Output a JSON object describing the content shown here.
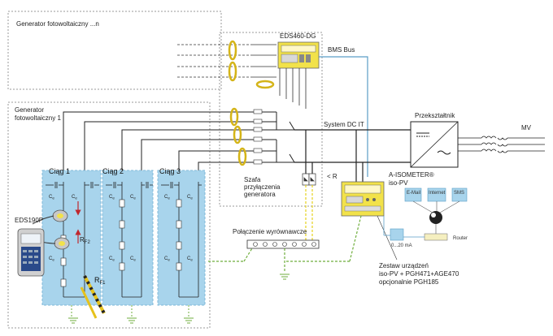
{
  "labels": {
    "pv_generator_n": "Generator fotowoltaiczny ...n",
    "pv_generator_1": "Generator\nfotowoltaiczny 1",
    "eds460": "EDS460-DG",
    "bms_bus": "BMS Bus",
    "string1": "Ciąg 1",
    "string2": "Ciąg 2",
    "string3": "Ciąg 3",
    "eds190p": "EDS190P",
    "rf2": "R",
    "rf2_sub": "F2",
    "rf1": "R",
    "rf1_sub": "F1",
    "ce": "C",
    "ce_sub": "e",
    "cabinet": "Szafa\nprzyłączenia\ngeneratora",
    "system_dc": "System  DC IT",
    "less_r": "< R",
    "isometer": "A-ISOMETER®\niso-PV",
    "converter": "Przekształtnik",
    "mv": "MV",
    "equipotential": "Połączenie wyrównawcze",
    "ma_output": "0...20 mA",
    "router": "Router",
    "email": "E-Mail",
    "internet": "Internet",
    "sms": "SMS",
    "device_set": "Zestaw urządzeń\niso-PV + PGH471+AGE470\nopcjonalnie PGH185"
  },
  "colors": {
    "panel_fill": "#a8d4ec",
    "panel_border": "#7fb8d8",
    "device_yellow": "#f2e24a",
    "ct_yellow": "#e6c21c",
    "bus_blue": "#5a9ec6",
    "earth_green": "#6fae3c",
    "earth_yellow": "#e7d21d",
    "line": "#222222",
    "dashed": "#888888"
  }
}
